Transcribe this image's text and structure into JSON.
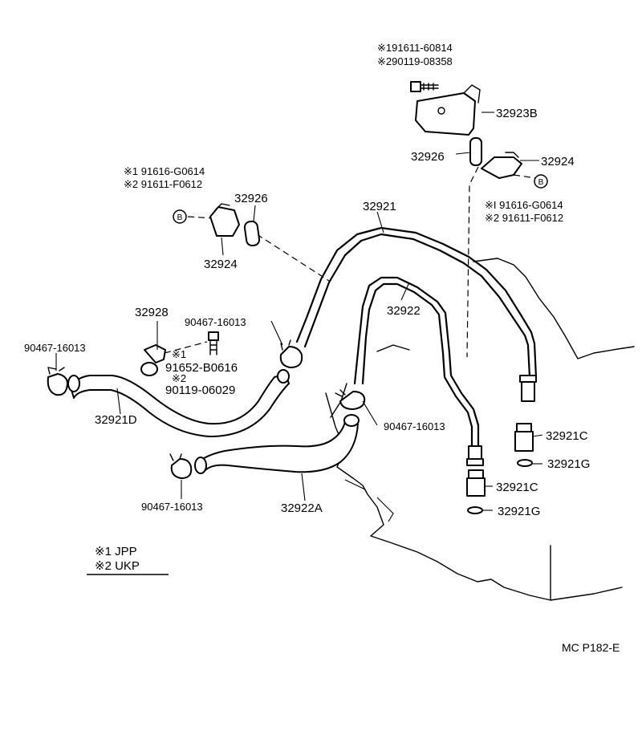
{
  "labels": {
    "a_top_bolt_1": "※191611-60814",
    "a_top_bolt_2": "※290119-08358",
    "p_32923b": "32923B",
    "p_32926_right": "32926",
    "p_32924_right": "32924",
    "p_b_right_1": "※I 91616-G0614",
    "p_b_right_2": "※2 91611-F0612",
    "p_b_left_1": "※1 91616-G0614",
    "p_b_left_2": "※2 91611-F0612",
    "p_32926_left": "32926",
    "p_32924_left": "32924",
    "p_32921": "32921",
    "p_32922": "32922",
    "p_32928": "32928",
    "p_clamp_mid": "90467-16013",
    "p_clamp_left": "90467-16013",
    "p_bolt_x1": "※1",
    "p_bolt_a": "91652-B0616",
    "p_bolt_x2": "※2",
    "p_bolt_b": "90119-06029",
    "p_32921d": "32921D",
    "p_clamp_center": "90467-16013",
    "p_32921c_upper": "32921C",
    "p_32921g_upper": "32921G",
    "p_32921c_lower": "32921C",
    "p_32921g_lower": "32921G",
    "p_clamp_bottom": "90467-16013",
    "p_32922a": "32922A",
    "marker_b": "B"
  },
  "legend": {
    "jpp": "※1 JPP",
    "ukp": "※2 UKP"
  },
  "footer": {
    "code": "MC P182-E"
  }
}
